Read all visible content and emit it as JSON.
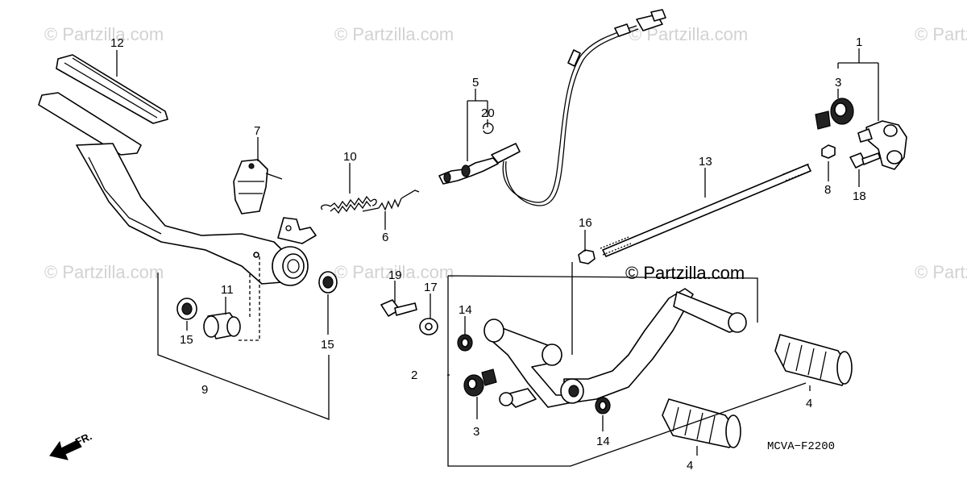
{
  "watermark": "© Partzilla.com",
  "brand_label": "© Partzilla.com",
  "diagram_code": "MCVA−F2200",
  "front_indicator": {
    "label": "FR.",
    "icon": "arrow-left-down-icon"
  },
  "callouts": [
    "1",
    "2",
    "3",
    "3",
    "4",
    "4",
    "5",
    "6",
    "7",
    "8",
    "9",
    "10",
    "11",
    "12",
    "13",
    "14",
    "14",
    "15",
    "15",
    "16",
    "17",
    "18",
    "19",
    "20"
  ]
}
